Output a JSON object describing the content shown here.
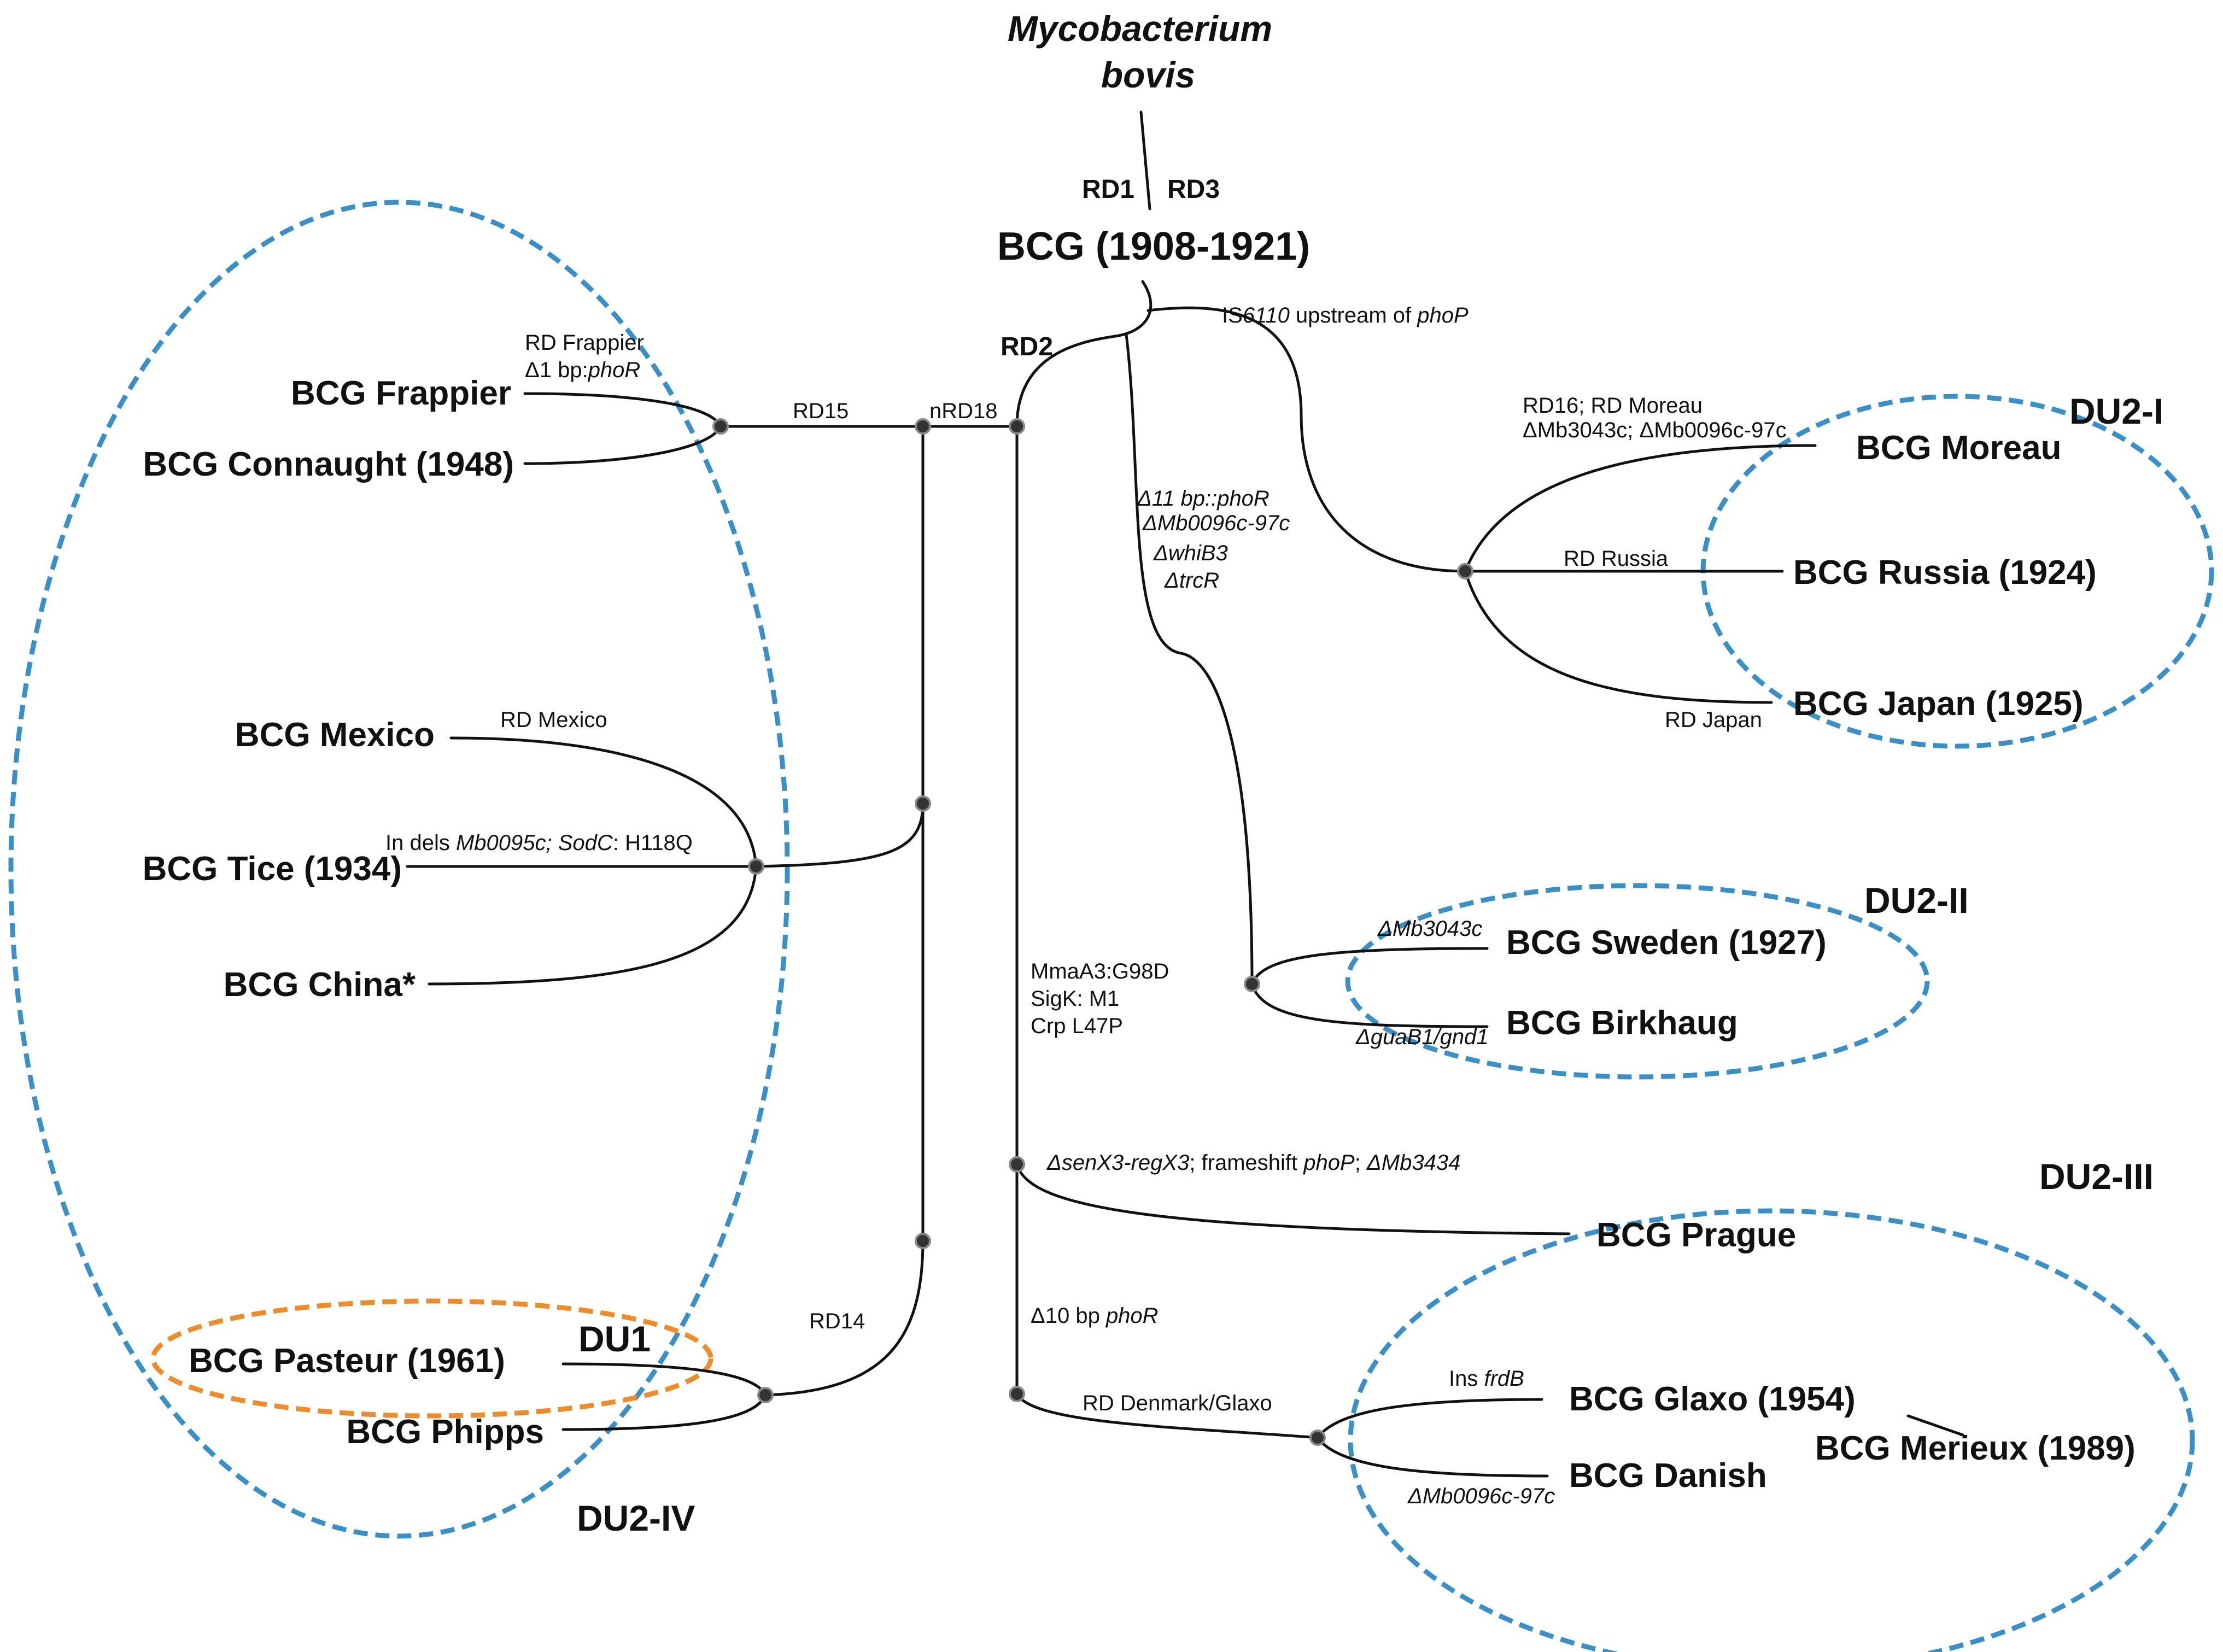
{
  "root": {
    "species_line1": "Mycobacterium",
    "species_line2": "bovis",
    "rd_left": "RD1",
    "rd_right": "RD3",
    "bcg": "BCG (1908-1921)"
  },
  "branch_labels": {
    "rd2": "RD2",
    "rd15": "RD15",
    "nrd18": "nRD18",
    "rd14": "RD14",
    "is6110_pre": "IS",
    "is6110_ital": "6110",
    "is6110_mid": " upstream of ",
    "is6110_gene": "phoP"
  },
  "du2i": {
    "group": "DU2-I",
    "mut_line1": "RD16; RD Moreau",
    "mut_line2": "ΔMb3043c; ΔMb0096c-97c",
    "moreau": "BCG Moreau",
    "rd_russia": "RD Russia",
    "russia": "BCG Russia (1924)",
    "rd_japan": "RD Japan",
    "japan": "BCG Japan (1925)"
  },
  "du2ii": {
    "group": "DU2-II",
    "branch_mut": [
      "Δ11 bp::phoR",
      "ΔMb0096c-97c",
      "ΔwhiB3",
      "ΔtrcR"
    ],
    "mut_sweden": "ΔMb3043c",
    "sweden": "BCG Sweden (1927)",
    "mut_birkhaug": "ΔguaB1/gnd1",
    "birkhaug": "BCG Birkhaug"
  },
  "du2iii": {
    "group": "DU2-III",
    "trunk_mut": [
      "MmaA3:G98D",
      "SigK: M1",
      "Crp L47P"
    ],
    "prague_mut_1": "ΔsenX3-regX3",
    "prague_mut_2": "; frameshift ",
    "prague_mut_3": "phoP",
    "prague_mut_4": "; ",
    "prague_mut_5": "ΔMb3434",
    "prague": "BCG Prague",
    "phor10_pre": "Δ10 bp ",
    "phor10_gene": "phoR",
    "rd_denmark": "RD Denmark/Glaxo",
    "ins_pre": "Ins ",
    "ins_gene": "frdB",
    "glaxo": "BCG Glaxo (1954)",
    "merieux": "BCG Merieux (1989)",
    "mut_danish": "ΔMb0096c-97c",
    "danish": "BCG Danish"
  },
  "du2iv": {
    "group": "DU2-IV",
    "frappier_mut_1": "RD Frappier",
    "frappier_mut_2_pre": "Δ1 bp:",
    "frappier_mut_2_gene": "phoR",
    "frappier": "BCG Frappier",
    "connaught": "BCG Connaught (1948)",
    "rd_mexico": "RD Mexico",
    "mexico": "BCG Mexico",
    "tice_mut_pre": "In dels ",
    "tice_mut_gene": "Mb0095c; SodC",
    "tice_mut_post": ": H118Q",
    "tice": "BCG Tice (1934)",
    "china": "BCG China*",
    "pasteur": "BCG Pasteur (1961)",
    "phipps": "BCG Phipps"
  },
  "du1": {
    "group": "DU1"
  },
  "colors": {
    "du2_outline": "#3a8fc6",
    "du1_outline": "#ee8c2b",
    "line": "#111111"
  }
}
